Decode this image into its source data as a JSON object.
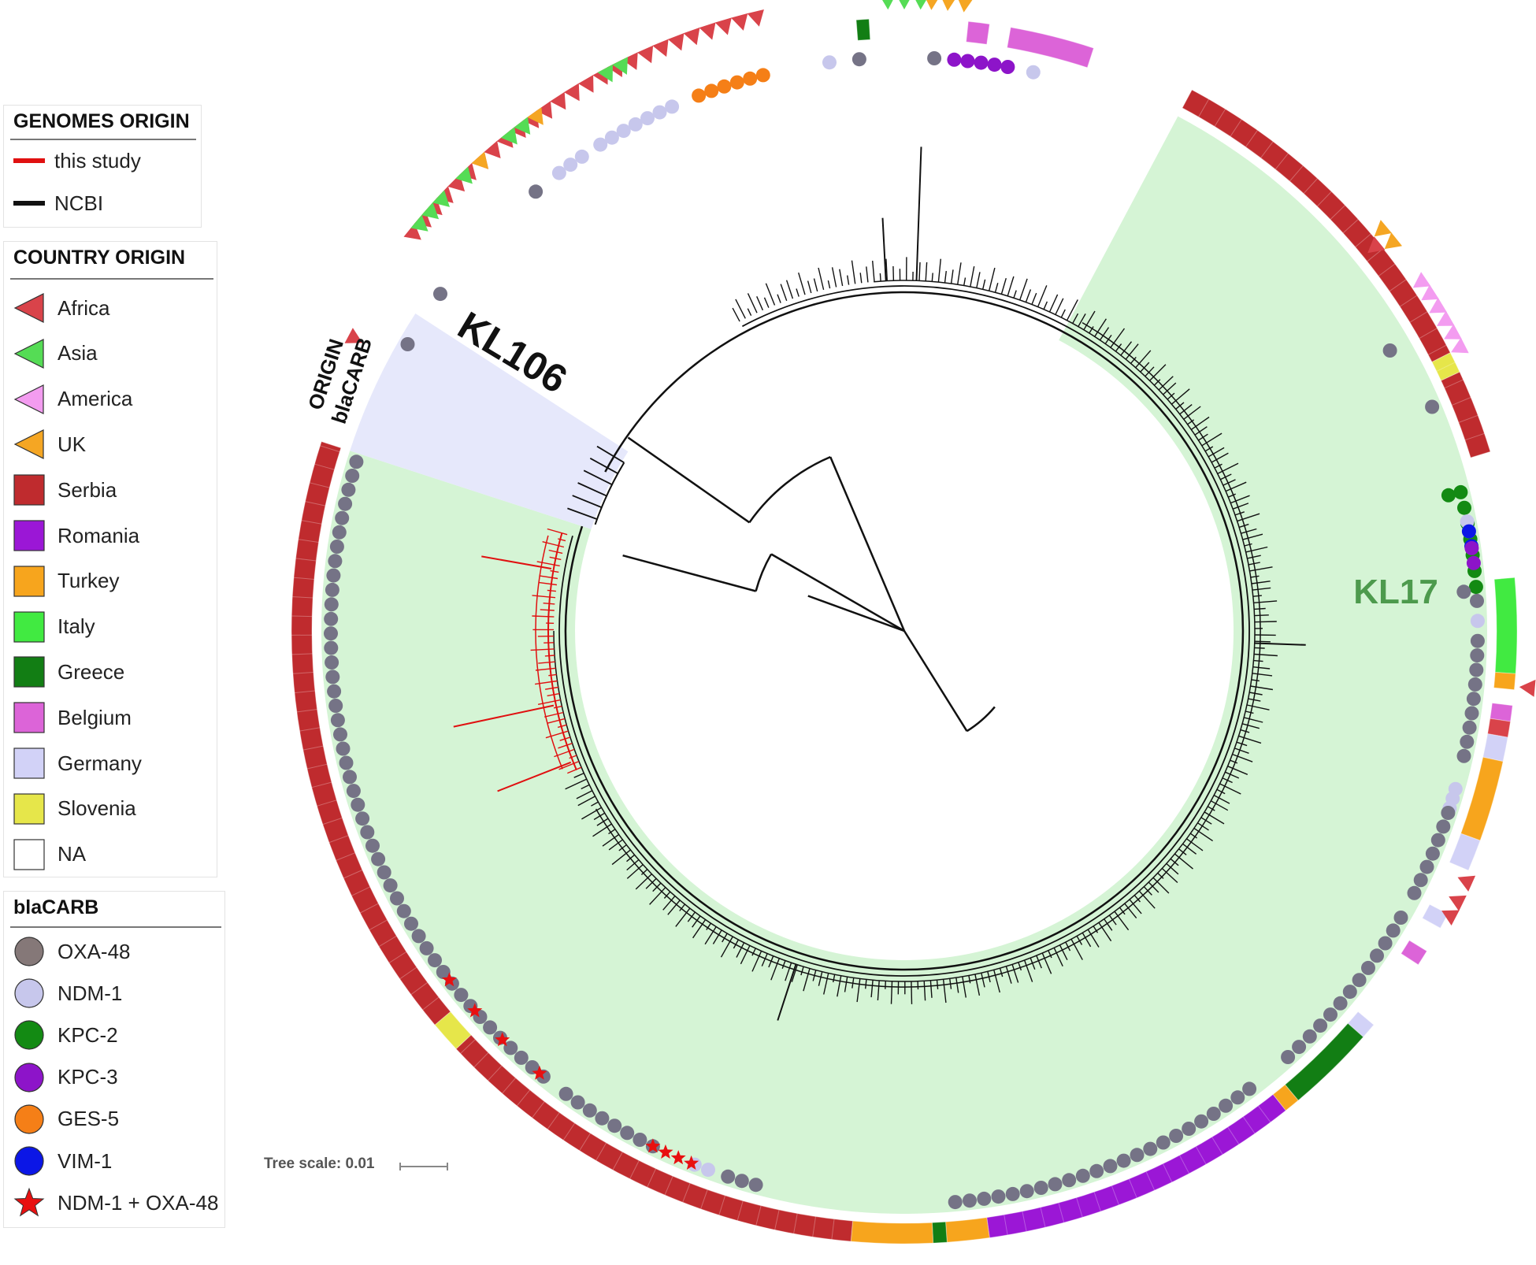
{
  "legends": {
    "genomes_origin": {
      "title": "GENOMES ORIGIN",
      "items": [
        {
          "label": "this study",
          "color": "#e01010"
        },
        {
          "label": "NCBI",
          "color": "#111111"
        }
      ]
    },
    "country_origin": {
      "title": "COUNTRY ORIGIN",
      "items": [
        {
          "label": "Africa",
          "color": "#d9434a",
          "shape": "triangle"
        },
        {
          "label": "Asia",
          "color": "#55dc55",
          "shape": "triangle"
        },
        {
          "label": "America",
          "color": "#f39cf0",
          "shape": "triangle"
        },
        {
          "label": "UK",
          "color": "#f5a623",
          "shape": "triangle"
        },
        {
          "label": "Serbia",
          "color": "#bf2b2e",
          "shape": "square"
        },
        {
          "label": "Romania",
          "color": "#9b17d6",
          "shape": "square"
        },
        {
          "label": "Turkey",
          "color": "#f7a51d",
          "shape": "square"
        },
        {
          "label": "Italy",
          "color": "#41ea41",
          "shape": "square"
        },
        {
          "label": "Greece",
          "color": "#127e14",
          "shape": "square"
        },
        {
          "label": "Belgium",
          "color": "#dc64d8",
          "shape": "square"
        },
        {
          "label": "Germany",
          "color": "#d2d2f7",
          "shape": "square"
        },
        {
          "label": "Slovenia",
          "color": "#e6e64a",
          "shape": "square"
        },
        {
          "label": "NA",
          "color": "#ffffff",
          "shape": "square"
        }
      ]
    },
    "blacarb": {
      "title": "blaCARB",
      "items": [
        {
          "label": "OXA-48",
          "color": "#857878",
          "shape": "circle"
        },
        {
          "label": "NDM-1",
          "color": "#c7c7ec",
          "shape": "circle"
        },
        {
          "label": "KPC-2",
          "color": "#138a13",
          "shape": "circle"
        },
        {
          "label": "KPC-3",
          "color": "#8d14c9",
          "shape": "circle"
        },
        {
          "label": "GES-5",
          "color": "#f57f17",
          "shape": "circle"
        },
        {
          "label": "VIM-1",
          "color": "#0b16e6",
          "shape": "circle"
        },
        {
          "label": "NDM-1 + OXA-48",
          "color": "#e81010",
          "shape": "star"
        }
      ]
    }
  },
  "clades": {
    "kl106": {
      "label": "KL106",
      "color": "#e6e8fb"
    },
    "kl17": {
      "label": "KL17",
      "color": "#d5f4d5",
      "label_color": "#4d9a4d"
    }
  },
  "ring_labels": {
    "origin": "ORIGIN",
    "blacarb": "blaCARB"
  },
  "tree_scale": {
    "label": "Tree scale: 0.01"
  },
  "colors": {
    "dot": "#757386",
    "branch": "#111111",
    "study_branch": "#e01010"
  }
}
